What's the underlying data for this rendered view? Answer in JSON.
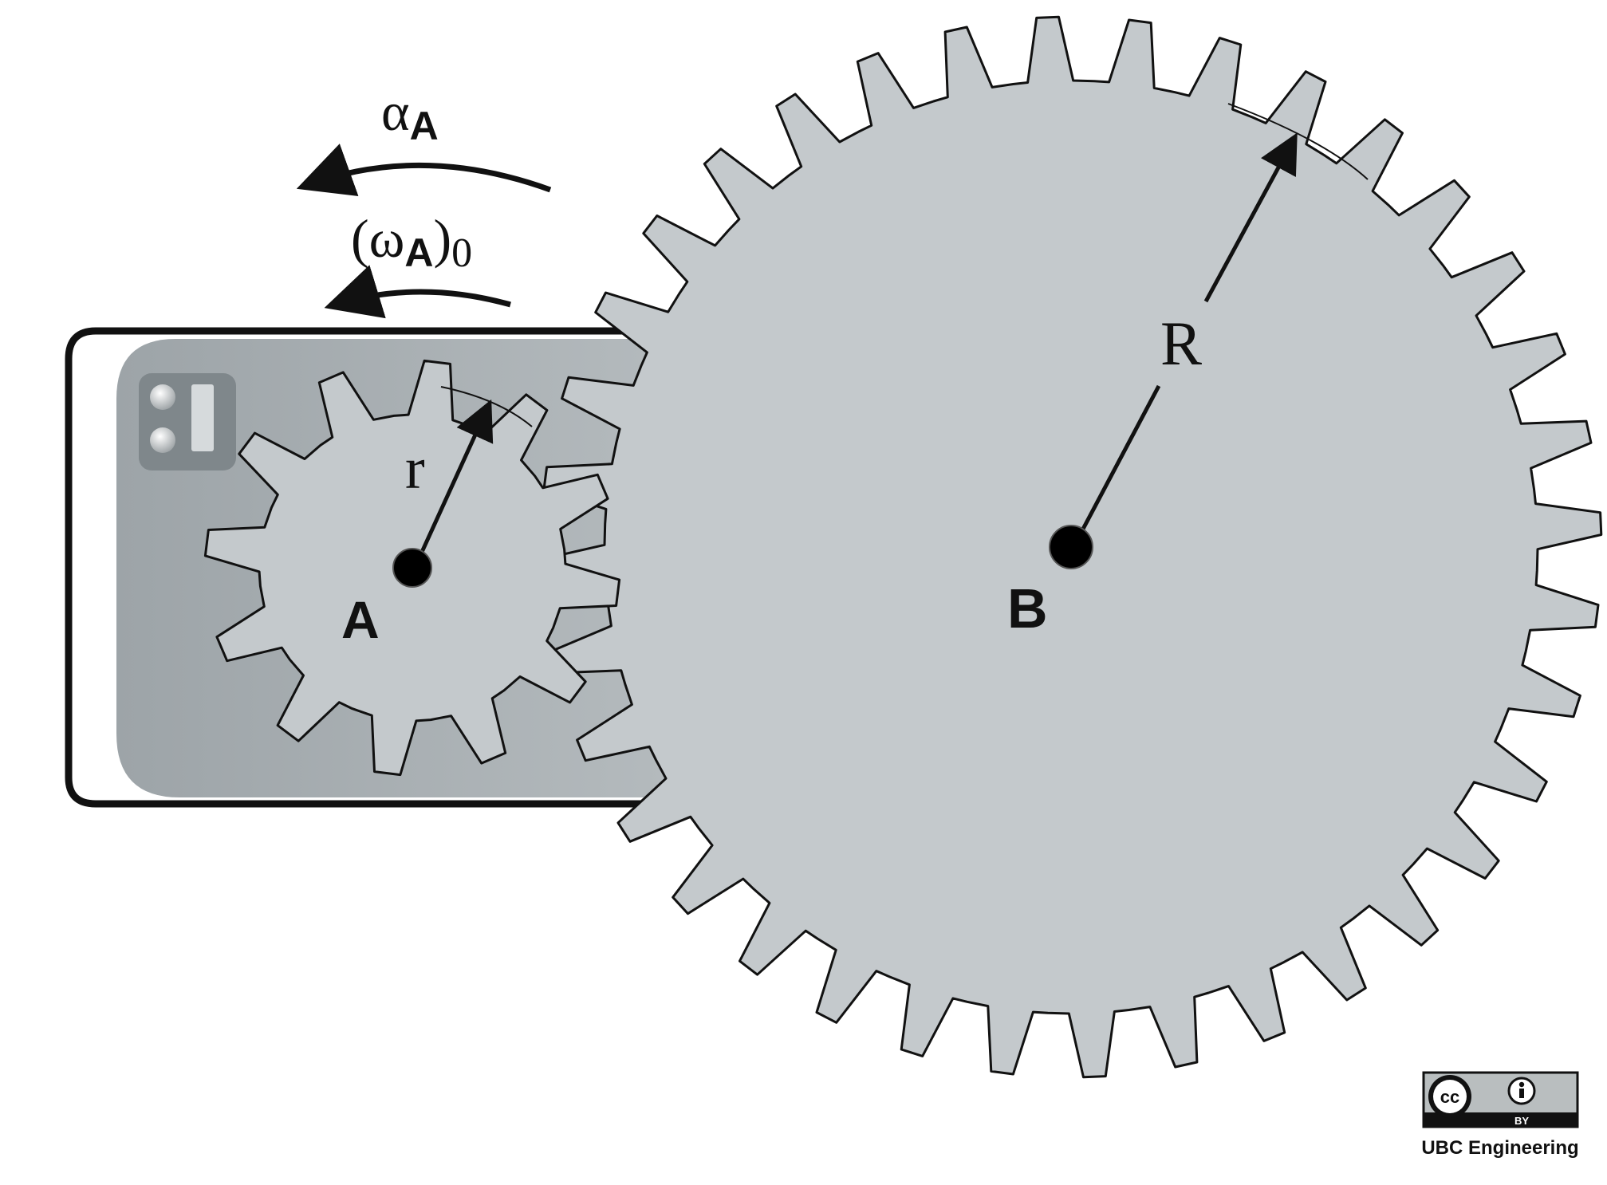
{
  "diagram": {
    "gear_a": {
      "label": "A",
      "radius_label": "r",
      "teeth": 12
    },
    "gear_b": {
      "label": "B",
      "radius_label": "R",
      "teeth": 36
    },
    "annotations": {
      "alpha_symbol": "α",
      "alpha_sub": "A",
      "omega_open": "(ω",
      "omega_sub": "A",
      "omega_close": ")",
      "omega_post_sub": "0"
    },
    "colors": {
      "gear_fill": "#c4c9cc",
      "housing_fill": "#a9b0b4",
      "outline": "#111111"
    }
  },
  "license": {
    "badge_cc": "cc",
    "badge_by": "BY",
    "credit": "UBC Engineering",
    "cc_icon": "cc-icon",
    "by_icon": "person-icon"
  }
}
